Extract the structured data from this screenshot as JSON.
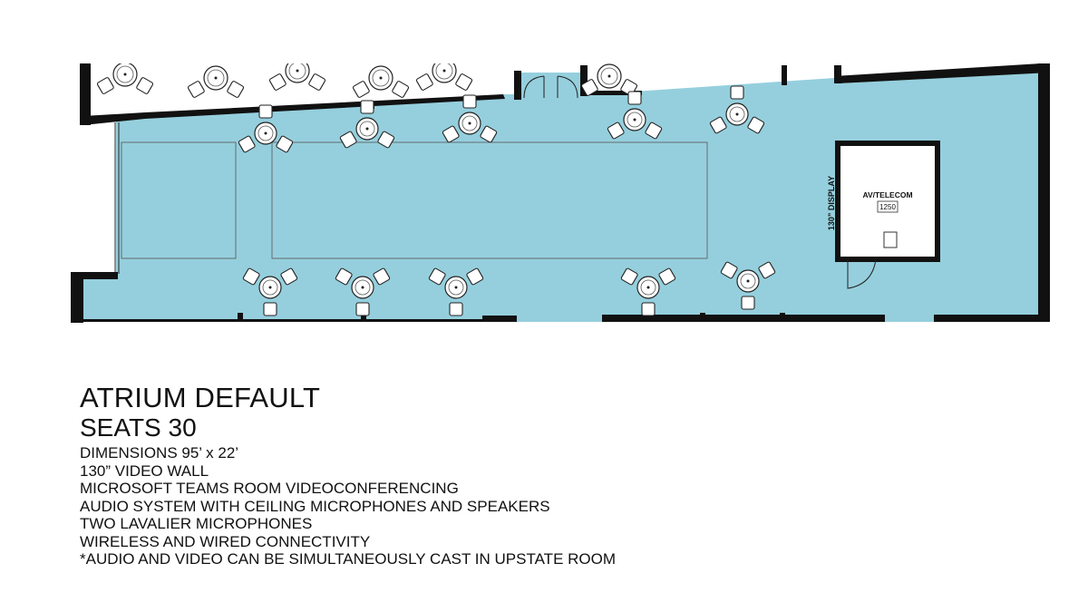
{
  "colors": {
    "room_fill": "#95cfdd",
    "wall": "#111111",
    "background": "#ffffff"
  },
  "floor_plan": {
    "room_label": "AV/TELECOM",
    "room_number": "1250",
    "display_label": "130” DISPLAY"
  },
  "info": {
    "title": "ATRIUM DEFAULT",
    "seats": "SEATS 30",
    "features": [
      "DIMENSIONS 95’ x 22’",
      "130” VIDEO WALL",
      "MICROSOFT TEAMS ROOM VIDEOCONFERENCING",
      "AUDIO SYSTEM WITH CEILING MICROPHONES AND SPEAKERS",
      "TWO LAVALIER MICROPHONES",
      "WIRELESS AND WIRED CONNECTIVITY",
      "*AUDIO AND VIDEO CAN BE SIMULTANEOUSLY CAST IN UPSTATE ROOM"
    ]
  }
}
